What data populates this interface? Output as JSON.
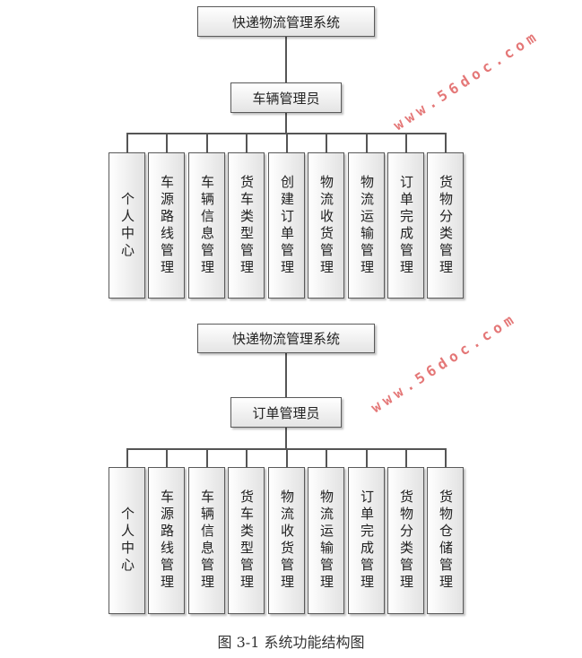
{
  "diagrams": [
    {
      "root": "快递物流管理系统",
      "role": "车辆管理员",
      "children": [
        "个人中心",
        "车源路线管理",
        "车辆信息管理",
        "货车类型管理",
        "创建订单管理",
        "物流收货管理",
        "物流运输管理",
        "订单完成管理",
        "货物分类管理"
      ]
    },
    {
      "root": "快递物流管理系统",
      "role": "订单管理员",
      "children": [
        "个人中心",
        "车源路线管理",
        "车辆信息管理",
        "货车类型管理",
        "物流收货管理",
        "物流运输管理",
        "订单完成管理",
        "货物分类管理",
        "货物仓储管理"
      ]
    }
  ],
  "caption": "图 3-1 系统功能结构图",
  "watermark": "www.56doc.com"
}
